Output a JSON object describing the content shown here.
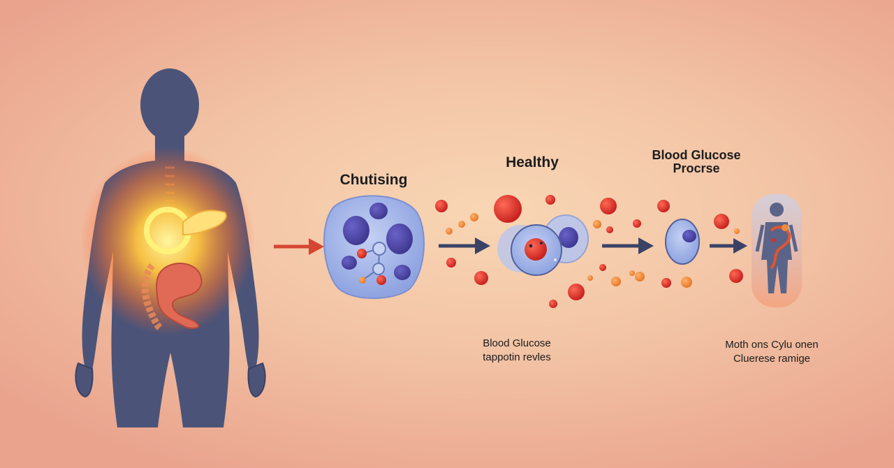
{
  "labels": {
    "stage1_title": "Chutising",
    "stage2_title": "Healthy",
    "stage3_title_line1": "Blood Glucose",
    "stage3_title_line2": "Procrse",
    "caption_mid_line1": "Blood Glucose",
    "caption_mid_line2": "tappotin  revles",
    "caption_right_line1": "Moth ons Cylu onen",
    "caption_right_line2": "Cluerese ramige"
  },
  "colors": {
    "body_silhouette": "#4b5478",
    "pancreas_glow": "#ffd23c",
    "intestine": "#e06a55",
    "arrow_red": "#d64533",
    "arrow_navy": "#3a4366",
    "cell_fill": "#9aaee6",
    "cell_nucleus": "#4c45a8",
    "glucose_red": "#d8312b",
    "glucose_orange": "#ef8a3c"
  },
  "icons": [
    "human-body-icon",
    "pancreas-icon",
    "intestine-icon",
    "cell-icon",
    "glucose-molecule-icon",
    "arrow-right-icon"
  ]
}
